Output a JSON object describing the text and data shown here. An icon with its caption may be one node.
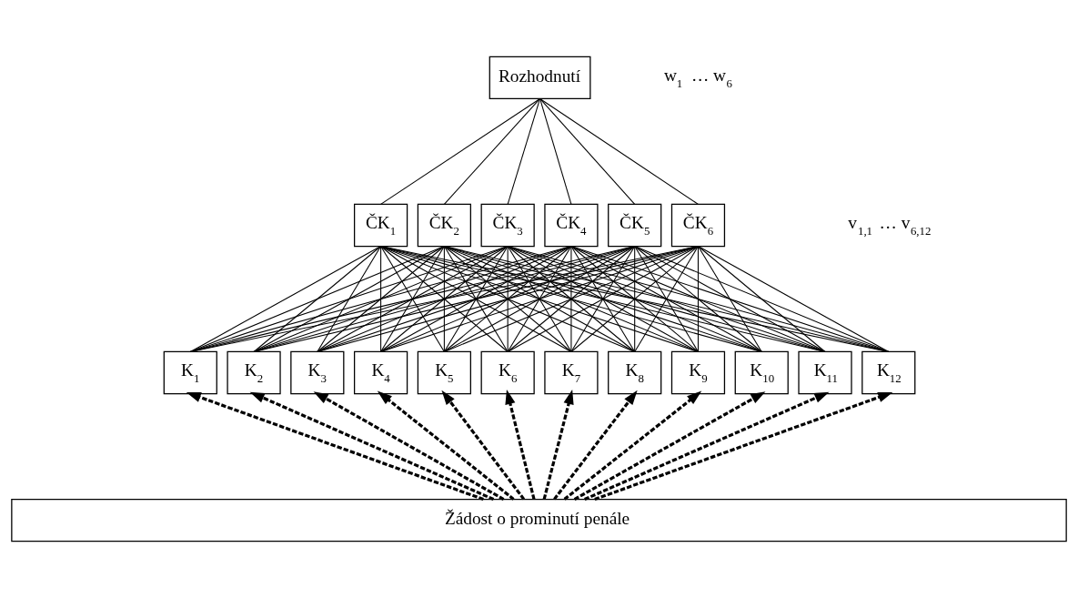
{
  "diagram": {
    "nodes": [
      {
        "text": [
          "Rozhodnutí"
        ]
      },
      {
        "text": [
          "ČK$_{1}$"
        ]
      },
      {
        "text": [
          "ČK$_{2}$"
        ]
      },
      {
        "text": [
          "ČK$_{3}$"
        ]
      },
      {
        "text": [
          "ČK$_{4}$"
        ]
      },
      {
        "text": [
          "ČK$_{5}$"
        ]
      },
      {
        "text": [
          "ČK$_{6}$"
        ]
      },
      {
        "text": [
          "K$_{1}$"
        ]
      },
      {
        "text": [
          "K$_{2}$"
        ]
      },
      {
        "text": [
          "K$_{3}$"
        ]
      },
      {
        "text": [
          "K$_{4}$"
        ]
      },
      {
        "text": [
          "K$_{5}$"
        ]
      },
      {
        "text": [
          "K$_{6}$"
        ]
      },
      {
        "text": [
          "K$_{7}$"
        ]
      },
      {
        "text": [
          "K$_{8}$"
        ]
      },
      {
        "text": [
          "K$_{9}$"
        ]
      },
      {
        "text": [
          "K$_{10}$"
        ]
      },
      {
        "text": [
          "K$_{11}$"
        ]
      },
      {
        "text": [
          "K$_{12}$"
        ]
      },
      {
        "text": [
          "Žádost o prominutí penále"
        ]
      }
    ],
    "edges": [
      {
        "from": 1,
        "to": 0,
        "arrow": "none"
      },
      {
        "from": 2,
        "to": 0,
        "arrow": "none"
      },
      {
        "from": 3,
        "to": 0,
        "arrow": "none"
      },
      {
        "from": 4,
        "to": 0,
        "arrow": "none"
      },
      {
        "from": 5,
        "to": 0,
        "arrow": "none"
      },
      {
        "from": 6,
        "to": 0,
        "arrow": "none"
      },
      {
        "from": 7,
        "to": 1,
        "arrow": "none"
      },
      {
        "from": 7,
        "to": 2,
        "arrow": "none"
      },
      {
        "from": 7,
        "to": 3,
        "arrow": "none"
      },
      {
        "from": 7,
        "to": 4,
        "arrow": "none"
      },
      {
        "from": 7,
        "to": 5,
        "arrow": "none"
      },
      {
        "from": 7,
        "to": 6,
        "arrow": "none"
      },
      {
        "from": 8,
        "to": 1,
        "arrow": "none"
      },
      {
        "from": 8,
        "to": 2,
        "arrow": "none"
      },
      {
        "from": 8,
        "to": 3,
        "arrow": "none"
      },
      {
        "from": 8,
        "to": 4,
        "arrow": "none"
      },
      {
        "from": 8,
        "to": 5,
        "arrow": "none"
      },
      {
        "from": 8,
        "to": 6,
        "arrow": "none"
      },
      {
        "from": 9,
        "to": 1,
        "arrow": "none"
      },
      {
        "from": 9,
        "to": 2,
        "arrow": "none"
      },
      {
        "from": 9,
        "to": 3,
        "arrow": "none"
      },
      {
        "from": 9,
        "to": 4,
        "arrow": "none"
      },
      {
        "from": 9,
        "to": 5,
        "arrow": "none"
      },
      {
        "from": 9,
        "to": 6,
        "arrow": "none"
      },
      {
        "from": 10,
        "to": 1,
        "arrow": "none"
      },
      {
        "from": 10,
        "to": 2,
        "arrow": "none"
      },
      {
        "from": 10,
        "to": 3,
        "arrow": "none"
      },
      {
        "from": 10,
        "to": 4,
        "arrow": "none"
      },
      {
        "from": 10,
        "to": 5,
        "arrow": "none"
      },
      {
        "from": 10,
        "to": 6,
        "arrow": "none"
      },
      {
        "from": 11,
        "to": 1,
        "arrow": "none"
      },
      {
        "from": 11,
        "to": 2,
        "arrow": "none"
      },
      {
        "from": 11,
        "to": 3,
        "arrow": "none"
      },
      {
        "from": 11,
        "to": 4,
        "arrow": "none"
      },
      {
        "from": 11,
        "to": 5,
        "arrow": "none"
      },
      {
        "from": 11,
        "to": 6,
        "arrow": "none"
      },
      {
        "from": 12,
        "to": 1,
        "arrow": "none"
      },
      {
        "from": 12,
        "to": 2,
        "arrow": "none"
      },
      {
        "from": 12,
        "to": 3,
        "arrow": "none"
      },
      {
        "from": 12,
        "to": 4,
        "arrow": "none"
      },
      {
        "from": 12,
        "to": 5,
        "arrow": "none"
      },
      {
        "from": 12,
        "to": 6,
        "arrow": "none"
      },
      {
        "from": 13,
        "to": 1,
        "arrow": "none"
      },
      {
        "from": 13,
        "to": 2,
        "arrow": "none"
      },
      {
        "from": 13,
        "to": 3,
        "arrow": "none"
      },
      {
        "from": 13,
        "to": 4,
        "arrow": "none"
      },
      {
        "from": 13,
        "to": 5,
        "arrow": "none"
      },
      {
        "from": 13,
        "to": 6,
        "arrow": "none"
      },
      {
        "from": 14,
        "to": 1,
        "arrow": "none"
      },
      {
        "from": 14,
        "to": 2,
        "arrow": "none"
      },
      {
        "from": 14,
        "to": 3,
        "arrow": "none"
      },
      {
        "from": 14,
        "to": 4,
        "arrow": "none"
      },
      {
        "from": 14,
        "to": 5,
        "arrow": "none"
      },
      {
        "from": 14,
        "to": 6,
        "arrow": "none"
      },
      {
        "from": 15,
        "to": 1,
        "arrow": "none"
      },
      {
        "from": 15,
        "to": 2,
        "arrow": "none"
      },
      {
        "from": 15,
        "to": 3,
        "arrow": "none"
      },
      {
        "from": 15,
        "to": 4,
        "arrow": "none"
      },
      {
        "from": 15,
        "to": 5,
        "arrow": "none"
      },
      {
        "from": 15,
        "to": 6,
        "arrow": "none"
      },
      {
        "from": 16,
        "to": 1,
        "arrow": "none"
      },
      {
        "from": 16,
        "to": 2,
        "arrow": "none"
      },
      {
        "from": 16,
        "to": 3,
        "arrow": "none"
      },
      {
        "from": 16,
        "to": 4,
        "arrow": "none"
      },
      {
        "from": 16,
        "to": 5,
        "arrow": "none"
      },
      {
        "from": 16,
        "to": 6,
        "arrow": "none"
      },
      {
        "from": 17,
        "to": 1,
        "arrow": "none"
      },
      {
        "from": 17,
        "to": 2,
        "arrow": "none"
      },
      {
        "from": 17,
        "to": 3,
        "arrow": "none"
      },
      {
        "from": 17,
        "to": 4,
        "arrow": "none"
      },
      {
        "from": 17,
        "to": 5,
        "arrow": "none"
      },
      {
        "from": 17,
        "to": 6,
        "arrow": "none"
      },
      {
        "from": 18,
        "to": 1,
        "arrow": "none"
      },
      {
        "from": 18,
        "to": 2,
        "arrow": "none"
      },
      {
        "from": 18,
        "to": 3,
        "arrow": "none"
      },
      {
        "from": 18,
        "to": 4,
        "arrow": "none"
      },
      {
        "from": 18,
        "to": 5,
        "arrow": "none"
      },
      {
        "from": 18,
        "to": 6,
        "arrow": "none"
      },
      {
        "from": 19,
        "to": 7,
        "arrow": "to",
        "style": "dashed"
      },
      {
        "from": 19,
        "to": 8,
        "arrow": "to",
        "style": "dashed"
      },
      {
        "from": 19,
        "to": 9,
        "arrow": "to",
        "style": "dashed"
      },
      {
        "from": 19,
        "to": 10,
        "arrow": "to",
        "style": "dashed"
      },
      {
        "from": 19,
        "to": 11,
        "arrow": "to",
        "style": "dashed"
      },
      {
        "from": 19,
        "to": 12,
        "arrow": "to",
        "style": "dashed"
      },
      {
        "from": 19,
        "to": 13,
        "arrow": "to",
        "style": "dashed"
      },
      {
        "from": 19,
        "to": 14,
        "arrow": "to",
        "style": "dashed"
      },
      {
        "from": 19,
        "to": 15,
        "arrow": "to",
        "style": "dashed"
      },
      {
        "from": 19,
        "to": 16,
        "arrow": "to",
        "style": "dashed"
      },
      {
        "from": 19,
        "to": 17,
        "arrow": "to",
        "style": "dashed"
      },
      {
        "from": 19,
        "to": 18,
        "arrow": "to",
        "style": "dashed"
      }
    ],
    "labels": [
      "w$_{1}$ … w$_{6}$",
      "v$_{1,1}$ … v$_{6,12}$"
    ]
  }
}
